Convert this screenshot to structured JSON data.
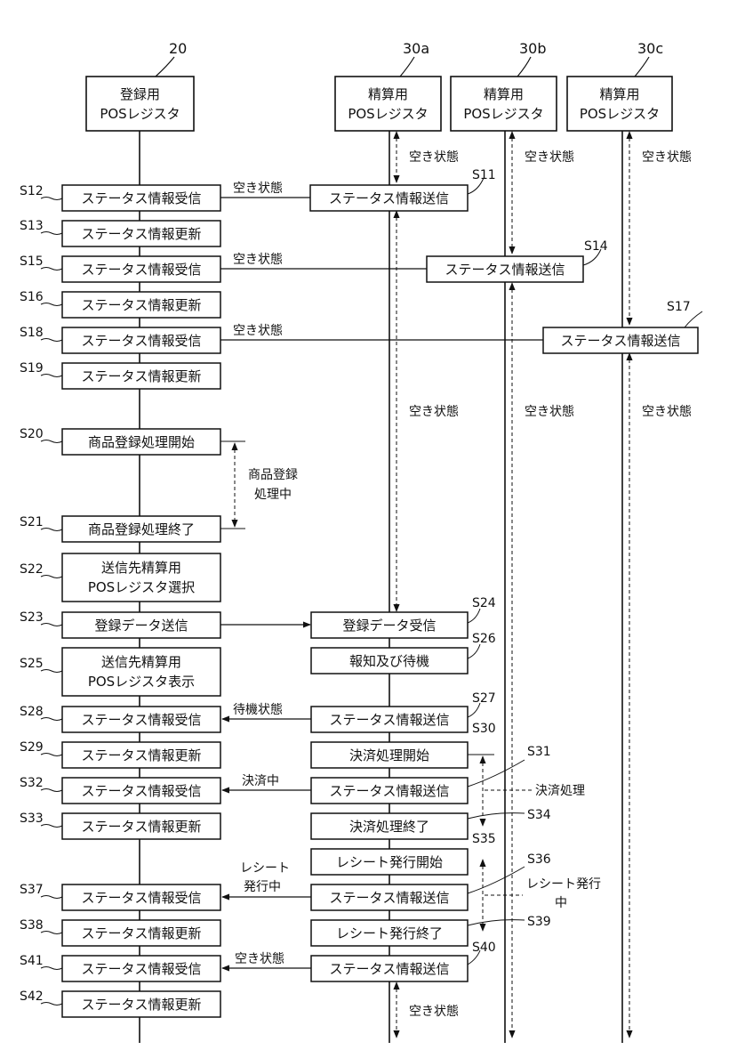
{
  "lanes": [
    {
      "ref": "20",
      "title_line1": "登録用",
      "title_line2": "POSレジスタ"
    },
    {
      "ref": "30a",
      "title_line1": "精算用",
      "title_line2": "POSレジスタ"
    },
    {
      "ref": "30b",
      "title_line1": "精算用",
      "title_line2": "POSレジスタ"
    },
    {
      "ref": "30c",
      "title_line1": "精算用",
      "title_line2": "POSレジスタ"
    }
  ],
  "idle_notes": {
    "a_top": "空き状態",
    "b_top": "空き状態",
    "c_top": "空き状態",
    "a_mid": "空き状態",
    "b_mid": "空き状態",
    "c_mid": "空き状態",
    "a_bottom": "空き状態"
  },
  "register_steps": [
    {
      "code": "S12",
      "text": "ステータス情報受信"
    },
    {
      "code": "S13",
      "text": "ステータス情報更新"
    },
    {
      "code": "S15",
      "text": "ステータス情報受信"
    },
    {
      "code": "S16",
      "text": "ステータス情報更新"
    },
    {
      "code": "S18",
      "text": "ステータス情報受信"
    },
    {
      "code": "S19",
      "text": "ステータス情報更新"
    },
    {
      "code": "S20",
      "text": "商品登録処理開始"
    },
    {
      "code": "S21",
      "text": "商品登録処理終了"
    },
    {
      "code": "S22",
      "text": "送信先精算用",
      "text2": "POSレジスタ選択"
    },
    {
      "code": "S23",
      "text": "登録データ送信"
    },
    {
      "code": "S25",
      "text": "送信先精算用",
      "text2": "POSレジスタ表示"
    },
    {
      "code": "S28",
      "text": "ステータス情報受信"
    },
    {
      "code": "S29",
      "text": "ステータス情報更新"
    },
    {
      "code": "S32",
      "text": "ステータス情報受信"
    },
    {
      "code": "S33",
      "text": "ステータス情報更新"
    },
    {
      "code": "S37",
      "text": "ステータス情報受信"
    },
    {
      "code": "S38",
      "text": "ステータス情報更新"
    },
    {
      "code": "S41",
      "text": "ステータス情報受信"
    },
    {
      "code": "S42",
      "text": "ステータス情報更新"
    }
  ],
  "checkout_steps": [
    {
      "code": "S11",
      "text": "ステータス情報送信"
    },
    {
      "code": "S14",
      "text": "ステータス情報送信"
    },
    {
      "code": "S17",
      "text": "ステータス情報送信"
    },
    {
      "code": "S24",
      "text": "登録データ受信"
    },
    {
      "code": "S26",
      "text": "報知及び待機"
    },
    {
      "code": "S27",
      "text": "ステータス情報送信"
    },
    {
      "code": "S30",
      "text": "決済処理開始"
    },
    {
      "code": "S31",
      "text": "ステータス情報送信"
    },
    {
      "code": "S34",
      "text": "決済処理終了"
    },
    {
      "code": "S35",
      "text": "レシート発行開始"
    },
    {
      "code": "S36",
      "text": "ステータス情報送信"
    },
    {
      "code": "S39",
      "text": "レシート発行終了"
    },
    {
      "code": "S40",
      "text": "ステータス情報送信"
    }
  ],
  "arrow_labels": {
    "s11": "空き状態",
    "s14": "空き状態",
    "s17": "空き状態",
    "s27": "待機状態",
    "s31": "決済中",
    "s36_line1": "レシート",
    "s36_line2": "発行中",
    "s40": "空き状態"
  },
  "span_labels": {
    "registering_line1": "商品登録",
    "registering_line2": "処理中",
    "settlement": "決済処理",
    "receipt_line1": "レシート発行",
    "receipt_line2": "中"
  }
}
